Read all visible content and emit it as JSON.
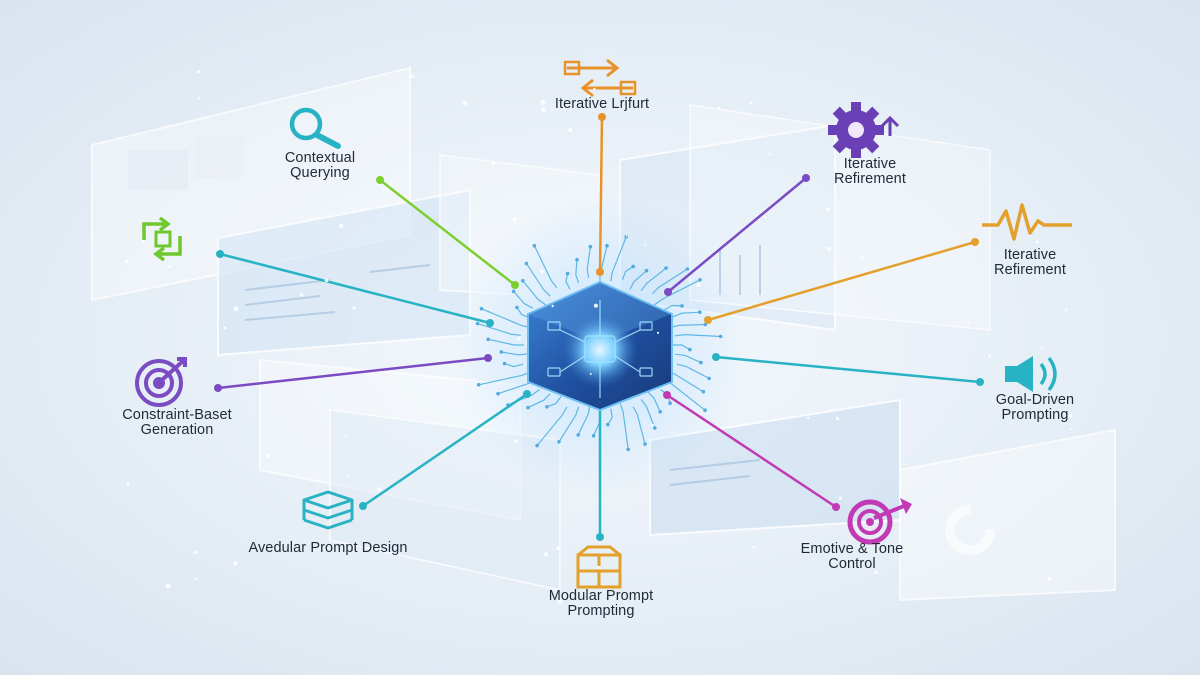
{
  "colors": {
    "orange": "#e8932a",
    "green": "#7ccf2e",
    "purple": "#7a4bc2",
    "gold": "#e3a02c",
    "teal": "#27b3c4",
    "blue_dot": "#4f8fd8",
    "magenta": "#c23ab3",
    "hub": "#2f6fc0"
  },
  "hub": {
    "name": "neural-network-hub"
  },
  "nodes": [
    {
      "id": "iterative-top",
      "lines": [
        "Iterative Lrjfurt"
      ],
      "icon": "swap-arrows-icon",
      "color": "#e8932a"
    },
    {
      "id": "contextual-querying",
      "lines": [
        "Contextual",
        "Querying"
      ],
      "icon": "magnifier-icon",
      "color": "#7ccf2e"
    },
    {
      "id": "iterative-refirement-1",
      "lines": [
        "Iterative",
        "Refirement"
      ],
      "icon": "gear-icon",
      "color": "#7a4bc2"
    },
    {
      "id": "iterative-refirement-2",
      "lines": [
        "Iterative",
        "Refirement"
      ],
      "icon": "waveform-icon",
      "color": "#e3a02c"
    },
    {
      "id": "recycle",
      "lines": [],
      "icon": "recycle-arrows-icon",
      "color": "#27b3c4"
    },
    {
      "id": "constraint-baset",
      "lines": [
        "Constraint-Baset",
        "Generation"
      ],
      "icon": "target-icon",
      "color": "#7a4bc2"
    },
    {
      "id": "goal-driven",
      "lines": [
        "Goal-Driven",
        "Prompting"
      ],
      "icon": "speaker-icon",
      "color": "#27b3c4"
    },
    {
      "id": "avedular",
      "lines": [
        "Avedular Prompt Design"
      ],
      "icon": "layers-icon",
      "color": "#27b3c4"
    },
    {
      "id": "modular-prompt",
      "lines": [
        "Modular Prompt",
        "Prompting"
      ],
      "icon": "boxes-icon",
      "color": "#27b3c4"
    },
    {
      "id": "emotive-tone",
      "lines": [
        "Emotive & Tone",
        "Control"
      ],
      "icon": "bullseye-arrow-icon",
      "color": "#c23ab3"
    }
  ]
}
